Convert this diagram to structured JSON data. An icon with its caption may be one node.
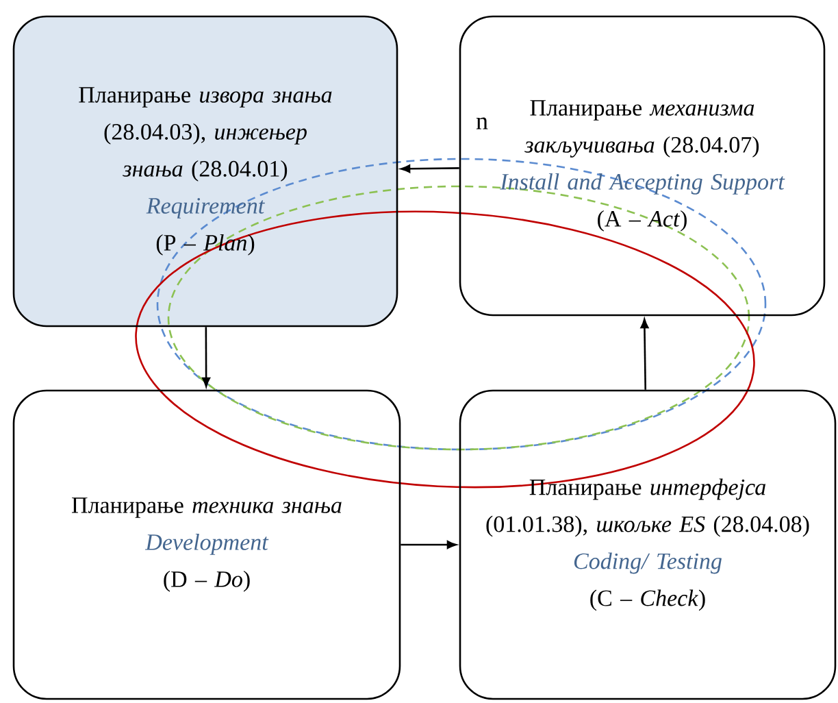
{
  "diagram": {
    "nodes": [
      {
        "text": [
          "Планирање *извора знања* (28.04.03), *инжењер знања* (28.04.01)",
          "Requirement",
          "(P – *Plan*)"
        ]
      },
      {
        "text": [
          "Планирање *механизма закључивања* (28.04.07)",
          "Install and Accepting Support",
          "(A – *Act*)"
        ]
      },
      {
        "text": [
          "Планирање *техника знања*",
          "Development",
          "(D – *Do*)"
        ]
      },
      {
        "text": [
          "Планирање *интерфејса* (01.01.38), *шкољке ES* (28.04.08)",
          "Coding/ Testing",
          "(C – *Check*)"
        ]
      }
    ],
    "edges": [
      {
        "from": 0,
        "to": 2,
        "arrow": "to"
      },
      {
        "from": 2,
        "to": 3,
        "arrow": "to"
      },
      {
        "from": 3,
        "to": 1,
        "arrow": "to"
      },
      {
        "from": 1,
        "to": 0,
        "arrow": "to"
      }
    ],
    "labels": [
      "n"
    ]
  }
}
